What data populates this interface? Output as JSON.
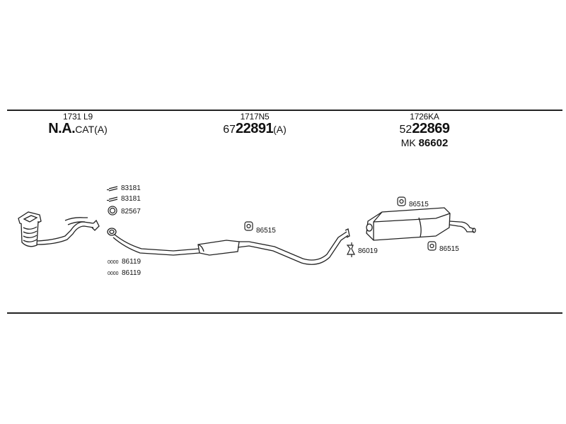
{
  "sections": [
    {
      "ref": "1731 L9",
      "code_main": "N.A.",
      "code_suffix": "CAT(A)"
    },
    {
      "ref": "1717N5",
      "code_prefix": "67",
      "code_main": "22891",
      "code_suffix": "(A)"
    },
    {
      "ref": "1726KA",
      "code_prefix": "52",
      "code_main": "22869",
      "mk_prefix": "MK",
      "mk_code": "86602"
    }
  ],
  "parts": {
    "clamp_a": "83181",
    "clamp_b": "83181",
    "ring": "82567",
    "bolt_a": "86119",
    "bolt_b": "86119",
    "bolt_prefix": "0000",
    "mount_mid": "86515",
    "mount_rear_top": "86515",
    "mount_rear_bottom": "86515",
    "bracket": "86019"
  }
}
